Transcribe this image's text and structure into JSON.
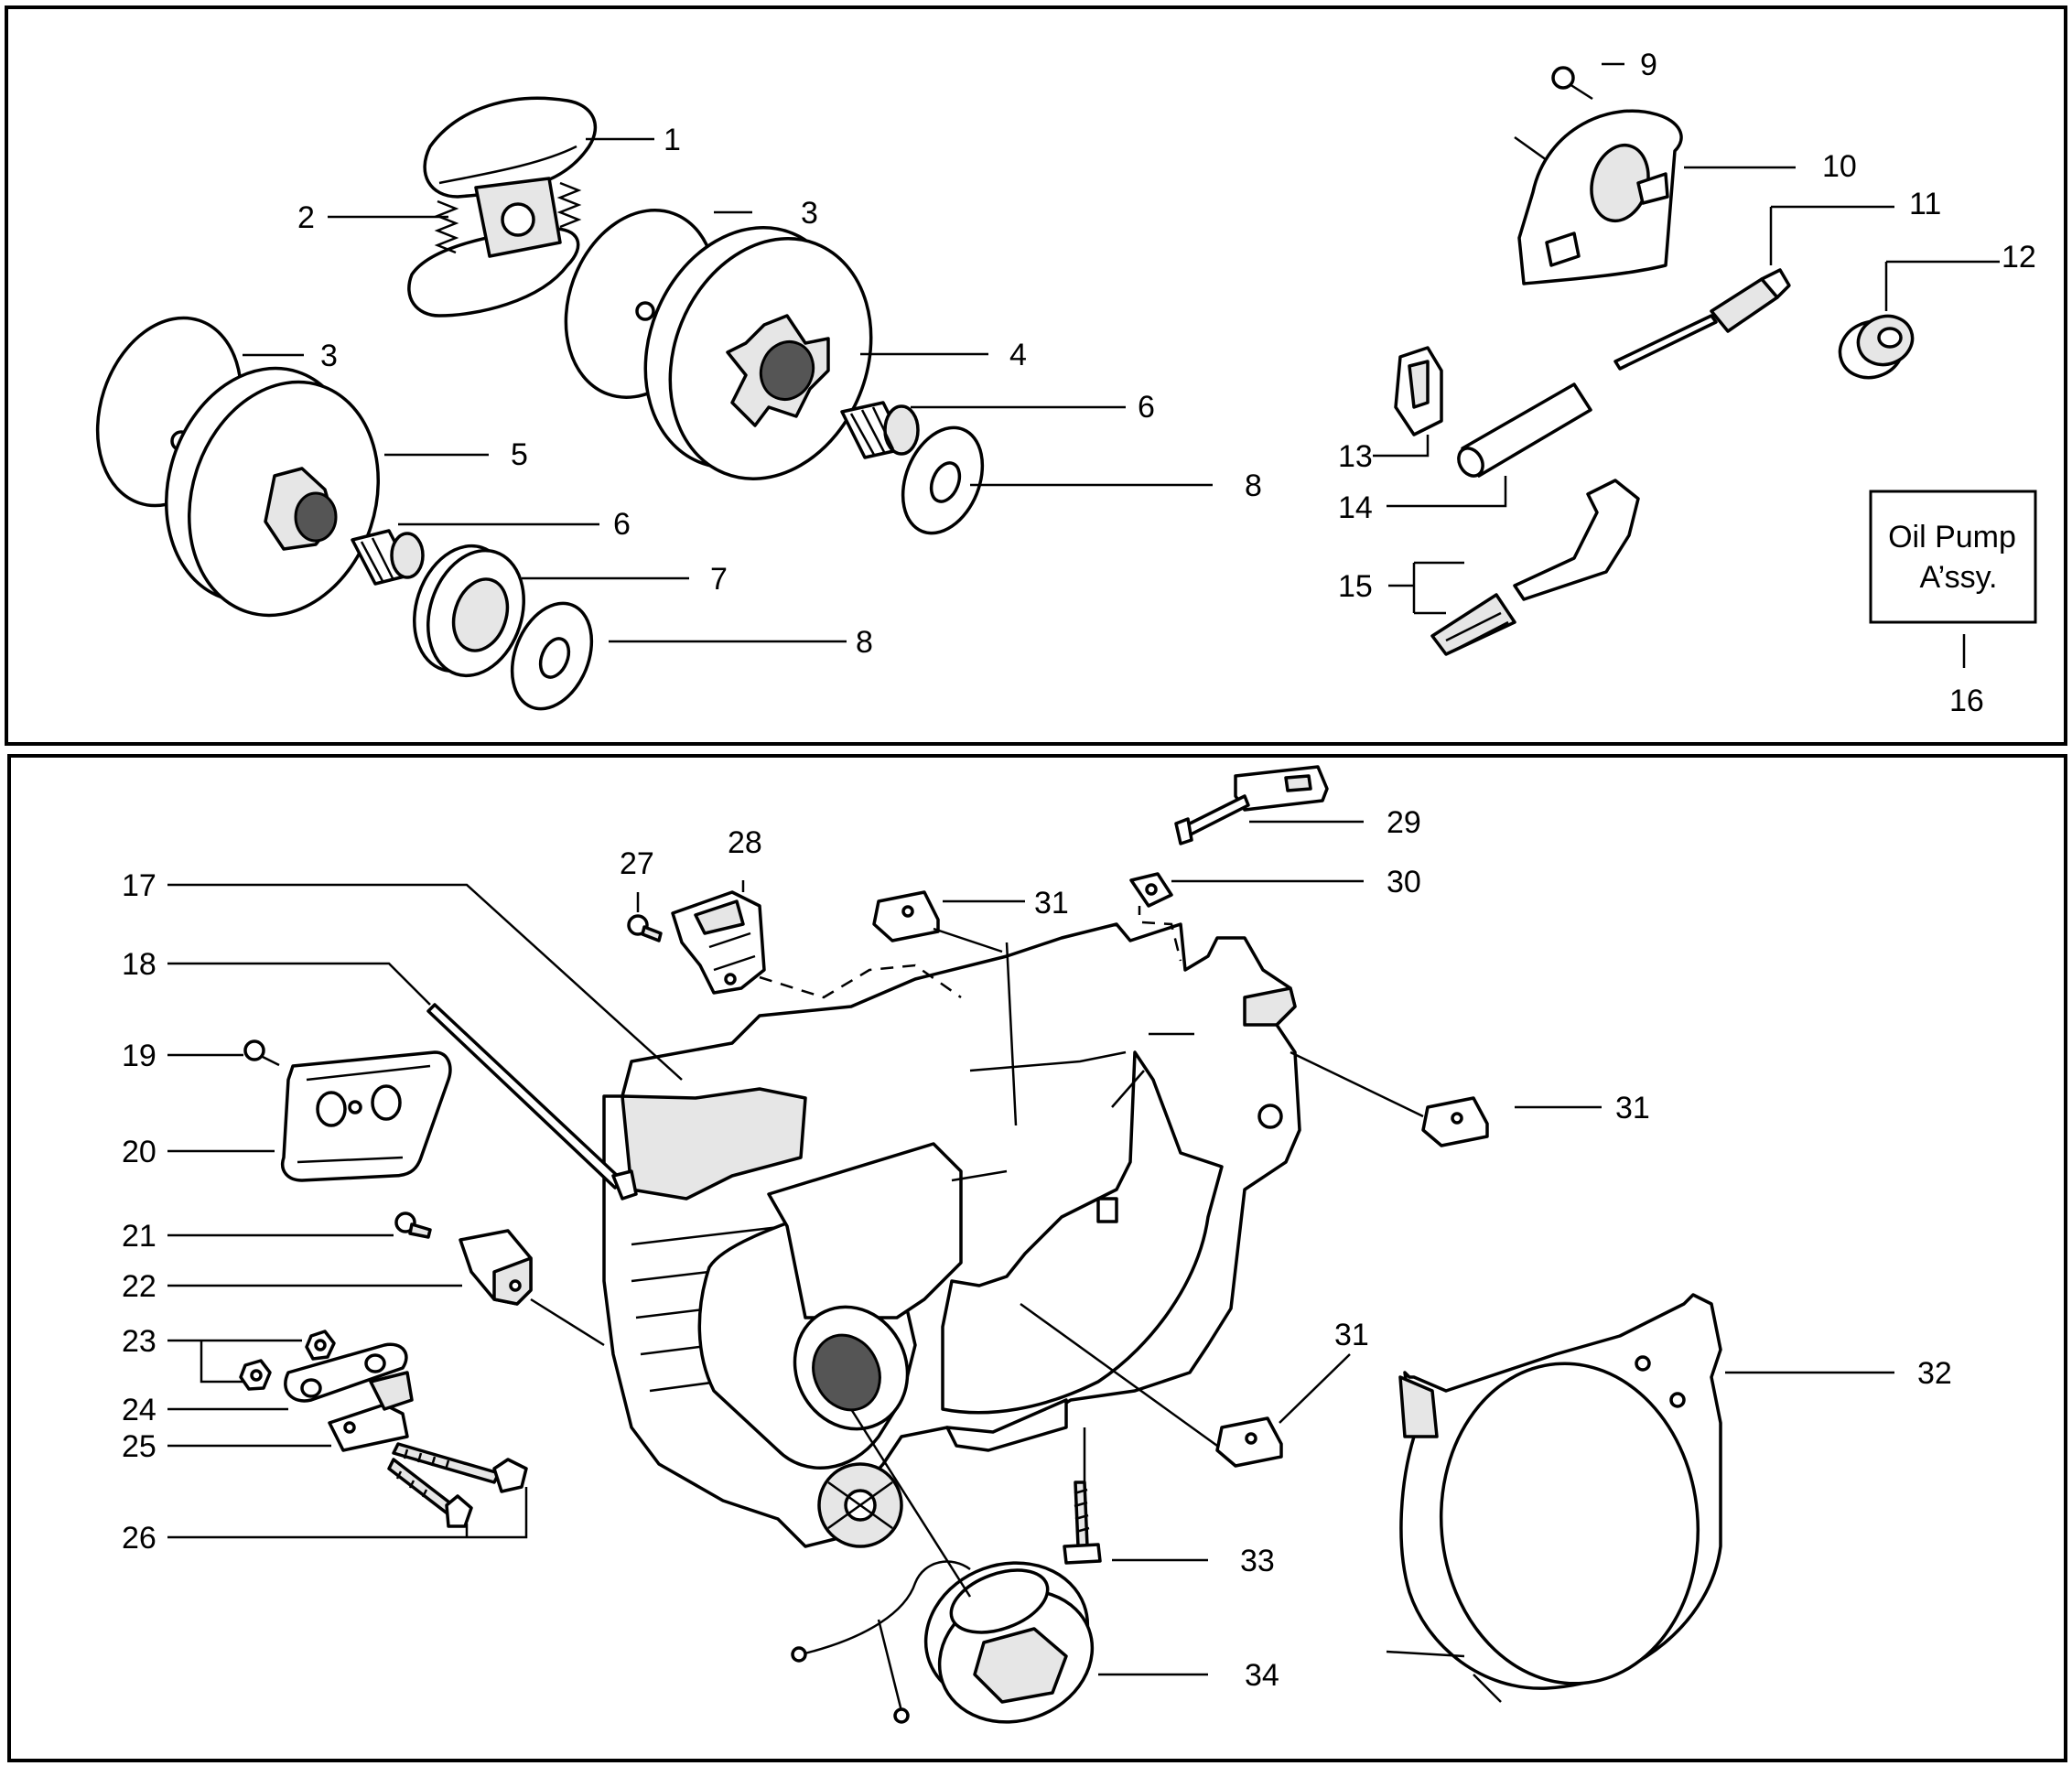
{
  "callouts": [
    "1",
    "2",
    "3",
    "3",
    "4",
    "5",
    "6",
    "6",
    "7",
    "8",
    "8",
    "9",
    "10",
    "11",
    "12",
    "13",
    "14",
    "15",
    "16",
    "17",
    "18",
    "19",
    "20",
    "21",
    "22",
    "23",
    "24",
    "25",
    "26",
    "27",
    "28",
    "29",
    "30",
    "31",
    "31",
    "31",
    "32",
    "33",
    "34"
  ],
  "assembly_box": {
    "line1": "Oil Pump",
    "line2": "A’ssy."
  }
}
